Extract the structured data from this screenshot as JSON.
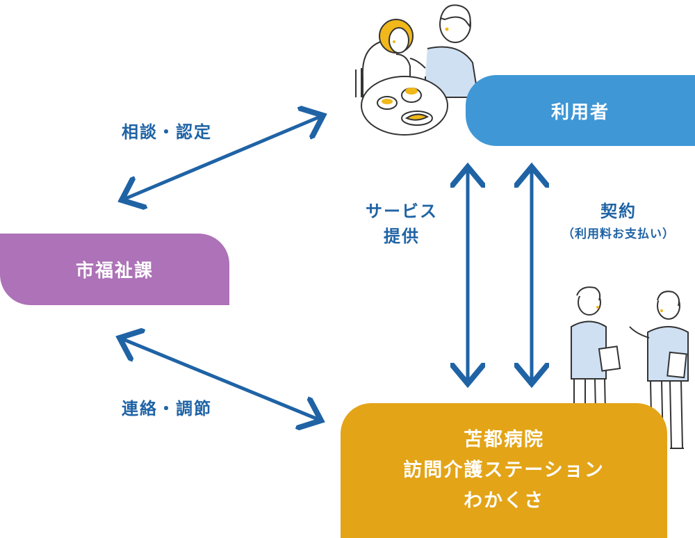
{
  "nodes": {
    "user": "利用者",
    "city": "市福祉課",
    "station_line1": "苫都病院",
    "station_line2": "訪問介護ステーション",
    "station_line3": "わかくさ"
  },
  "edges": {
    "consult": "相談・認定",
    "contact": "連絡・調節",
    "service_line1": "サービス",
    "service_line2": "提供",
    "contract_line1": "契約",
    "contract_line2": "（利用料お支払い）"
  },
  "colors": {
    "user": "#3f97d6",
    "city": "#ad72b7",
    "station": "#e3a417",
    "arrow": "#1f63a5"
  },
  "illustrations": [
    "caregiver-feeding-elderly-illustration",
    "two-staff-with-clipboards-illustration"
  ]
}
